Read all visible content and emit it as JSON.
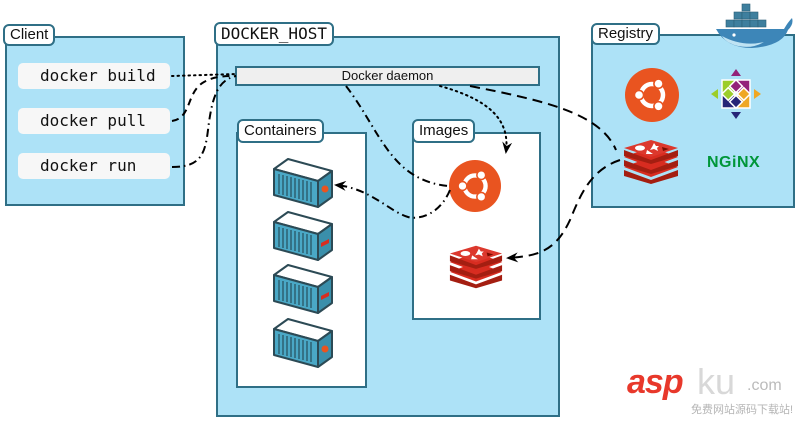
{
  "client": {
    "title": "Client",
    "commands": [
      {
        "label": "docker build"
      },
      {
        "label": "docker pull"
      },
      {
        "label": "docker run"
      }
    ]
  },
  "docker_host": {
    "title": "DOCKER_HOST",
    "daemon_label": "Docker daemon",
    "containers": {
      "title": "Containers",
      "items": [
        "ubuntu-container",
        "redis-container",
        "redis-container",
        "ubuntu-container"
      ]
    },
    "images": {
      "title": "Images",
      "items": [
        "ubuntu",
        "redis"
      ]
    }
  },
  "registry": {
    "title": "Registry",
    "items": [
      "ubuntu",
      "centos",
      "redis",
      "nginx"
    ],
    "nginx_label": "NGiNX"
  },
  "watermark": {
    "brand_a": "asp",
    "brand_b": "ku",
    "domain": ".com",
    "tagline": "免费网站源码下载站!"
  },
  "colors": {
    "panel_fill": "#ade2f7",
    "border": "#2f6f86",
    "ubuntu": "#e95420",
    "redis": "#d82c20",
    "nginx": "#009639",
    "container": "#4aa8c6"
  }
}
